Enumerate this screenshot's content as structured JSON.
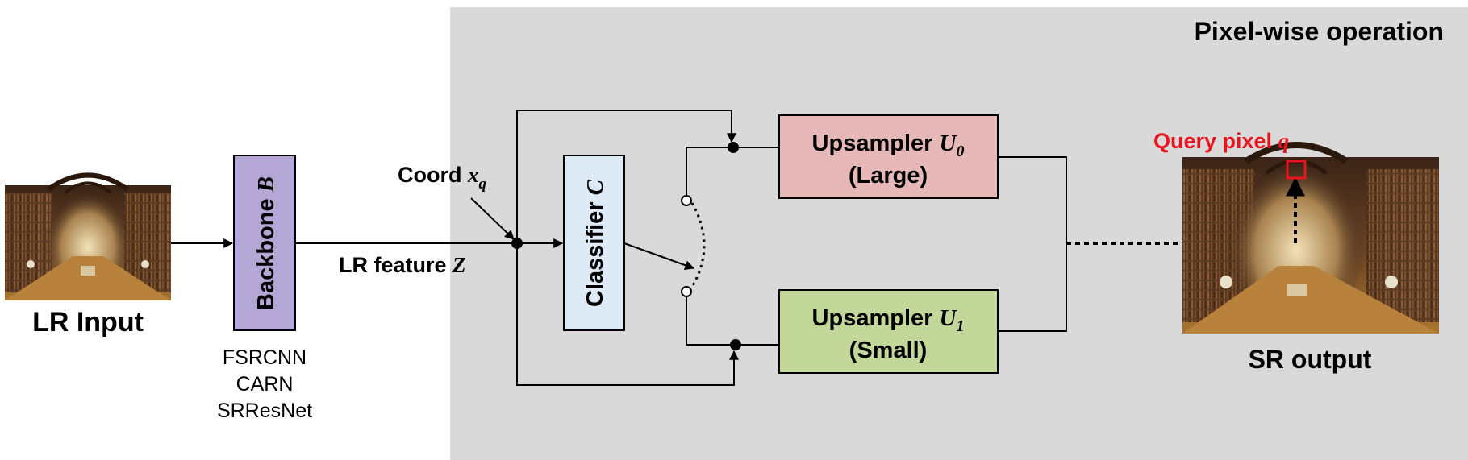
{
  "region_title": "Pixel-wise operation",
  "input": {
    "label": "LR Input"
  },
  "backbone": {
    "label": "Backbone ",
    "symbol": "B",
    "options": [
      "FSRCNN",
      "CARN",
      "SRResNet"
    ]
  },
  "coord": {
    "label": "Coord ",
    "symbol": "x",
    "subscript": "q"
  },
  "feature": {
    "label": "LR feature ",
    "symbol": "Z"
  },
  "classifier": {
    "label": "Classifier ",
    "symbol": "C"
  },
  "upsampler_large": {
    "label": "Upsampler ",
    "symbol": "U",
    "subscript": "0",
    "size": "(Large)"
  },
  "upsampler_small": {
    "label": "Upsampler ",
    "symbol": "U",
    "subscript": "1",
    "size": "(Small)"
  },
  "query": {
    "label": "Query pixel ",
    "symbol": "q"
  },
  "output": {
    "label": "SR output"
  },
  "colors": {
    "region_bg": "#d9d9d9",
    "backbone_fill": "#b4a7d6",
    "classifier_fill": "#deebf7",
    "large_fill": "#e6b8b7",
    "small_fill": "#c4d79b",
    "query_red": "#e8141e"
  }
}
